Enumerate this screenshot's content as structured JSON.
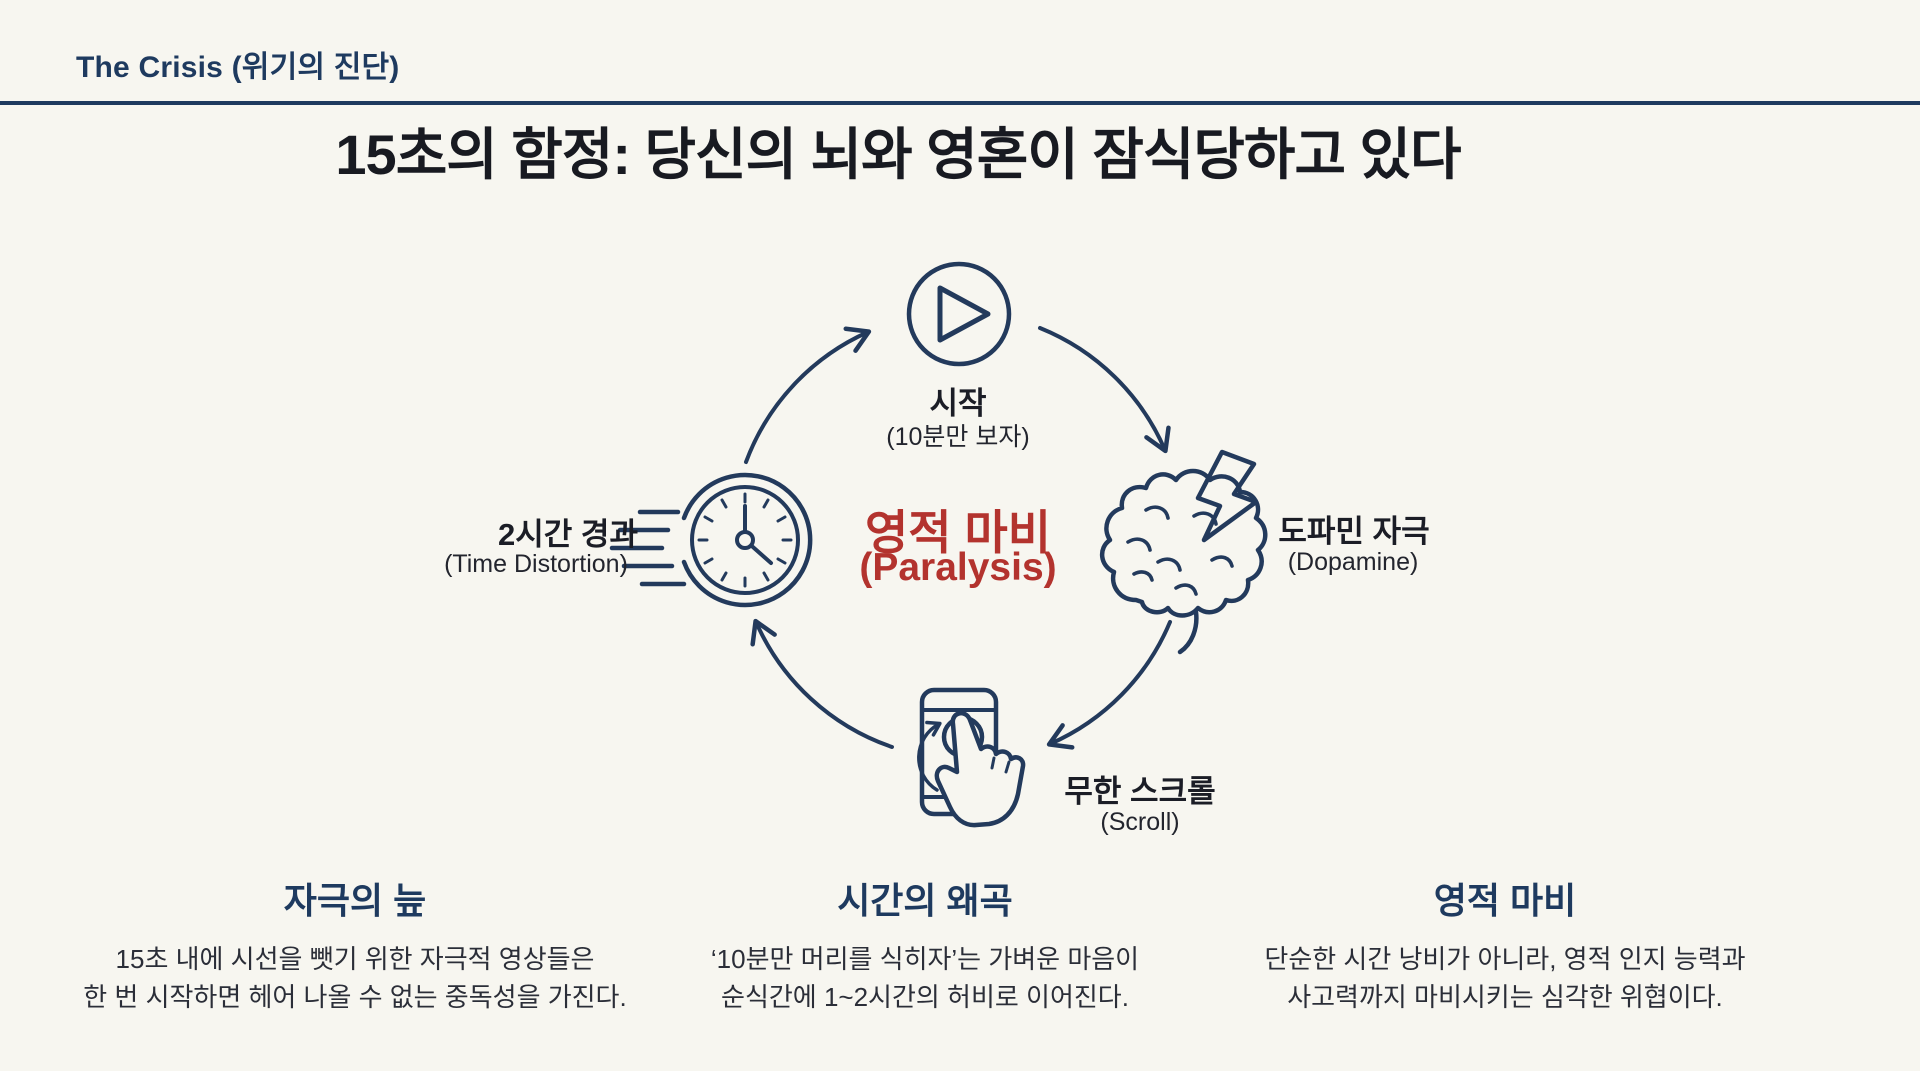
{
  "slide": {
    "kicker": "The Crisis (위기의 진단)",
    "title": "15초의 함정: 당신의 뇌와 영혼이 잠식당하고 있다"
  },
  "cycle": {
    "center_title": "영적 마비",
    "center_subtitle": "(Paralysis)",
    "nodes": {
      "start": {
        "icon": "play-icon",
        "label": "시작",
        "sublabel": "(10분만 보자)"
      },
      "dopamine": {
        "icon": "brain-lightning-icon",
        "label": "도파민 자극",
        "sublabel": "(Dopamine)"
      },
      "scroll": {
        "icon": "phone-scroll-icon",
        "label": "무한 스크롤",
        "sublabel": "(Scroll)"
      },
      "time": {
        "icon": "clock-speed-icon",
        "label": "2시간 경과",
        "sublabel": "(Time Distortion)"
      }
    }
  },
  "columns": [
    {
      "title": "자극의 늪",
      "line1": "15초 내에 시선을 뺏기 위한 자극적 영상들은",
      "line2": "한 번 시작하면 헤어 나올 수 없는 중독성을 가진다."
    },
    {
      "title": "시간의 왜곡",
      "line1": "‘10분만 머리를 식히자’는 가벼운 마음이",
      "line2": "순식간에 1~2시간의 허비로 이어진다."
    },
    {
      "title": "영적 마비",
      "line1": "단순한 시간 낭비가 아니라, 영적 인지 능력과",
      "line2": "사고력까지 마비시키는 심각한 위협이다."
    }
  ],
  "colors": {
    "background": "#F7F6F0",
    "ink_navy": "#233A5C",
    "heading_navy": "#1E3A5F",
    "text_dark": "#20222B",
    "accent_red": "#B3332E"
  }
}
